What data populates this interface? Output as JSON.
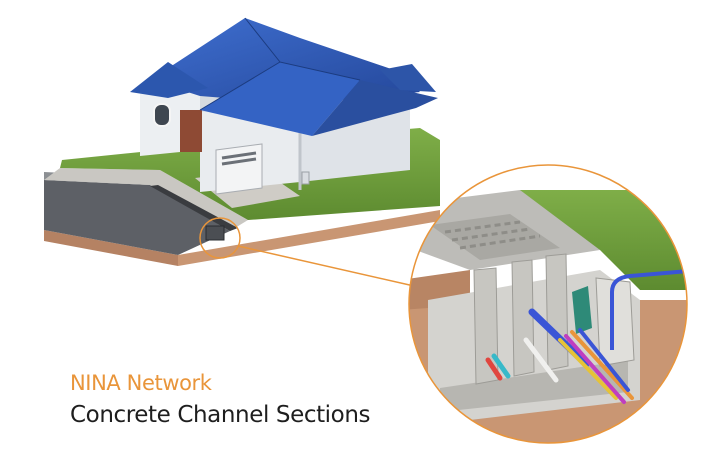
{
  "caption": {
    "title": "NINA Network",
    "subtitle": "Concrete Channel Sections"
  },
  "colors": {
    "accent": "#e9953a",
    "roof": "#2f5db6",
    "walls": "#eceff2",
    "lawn": "#6c9b3a",
    "soil": "#c99673",
    "concrete": "#b8b8b6",
    "asphalt": "#5d6066",
    "cable_blue": "#3a55d6",
    "channel_cover": "#2e8a78"
  },
  "illustration": {
    "subject": "house",
    "detail_callout": "channel-cross-section",
    "cables": [
      "red",
      "cyan",
      "white",
      "blue",
      "yellow",
      "magenta",
      "orange"
    ]
  }
}
